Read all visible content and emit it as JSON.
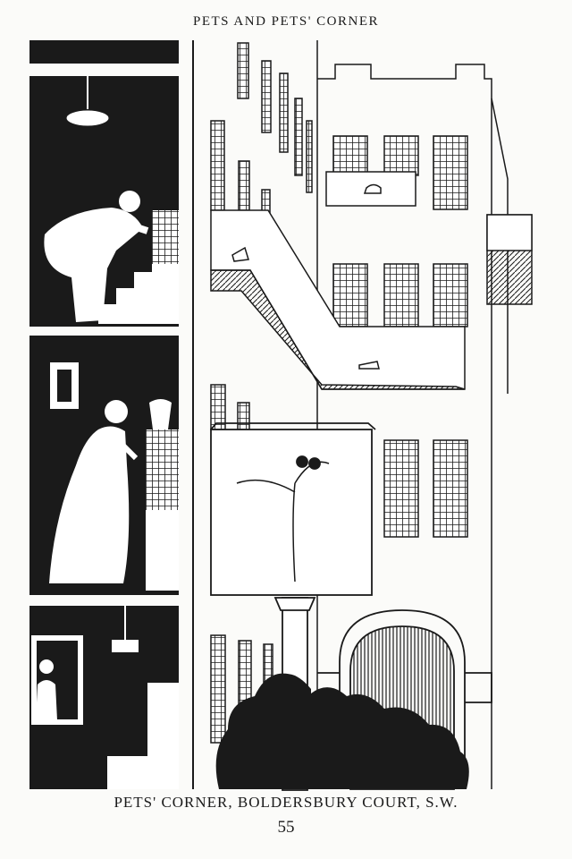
{
  "page": {
    "running_head": "PETS AND PETS' CORNER",
    "caption": "PETS' CORNER, BOLDERSBURY COURT, S.W.",
    "page_number": "55"
  },
  "colors": {
    "ink": "#1a1a1a",
    "paper": "#fbfbf9"
  }
}
